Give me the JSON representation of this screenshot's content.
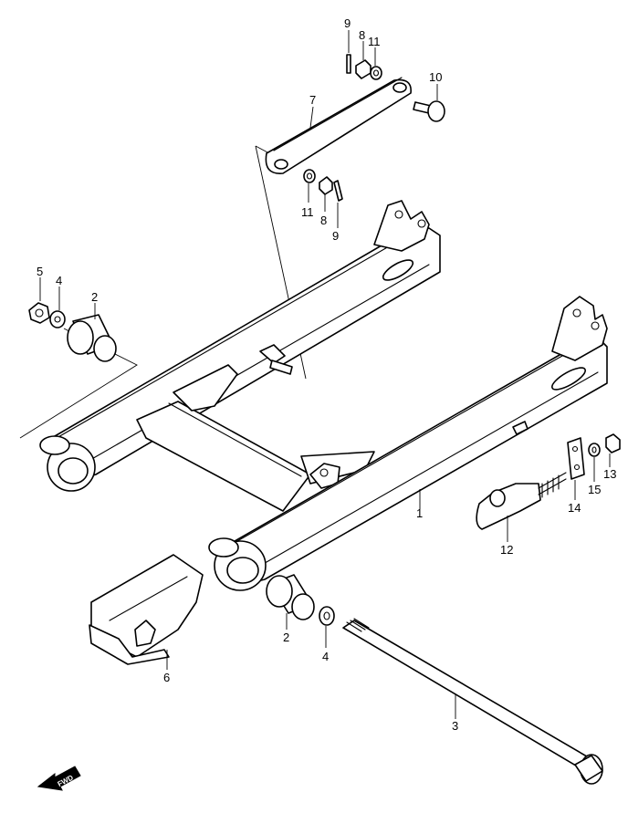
{
  "diagram": {
    "callouts": [
      {
        "id": "c9a",
        "label": "9"
      },
      {
        "id": "c8a",
        "label": "8"
      },
      {
        "id": "c11a",
        "label": "11"
      },
      {
        "id": "c10",
        "label": "10"
      },
      {
        "id": "c7",
        "label": "7"
      },
      {
        "id": "c11b",
        "label": "11"
      },
      {
        "id": "c8b",
        "label": "8"
      },
      {
        "id": "c9b",
        "label": "9"
      },
      {
        "id": "c5",
        "label": "5"
      },
      {
        "id": "c4a",
        "label": "4"
      },
      {
        "id": "c2a",
        "label": "2"
      },
      {
        "id": "c1",
        "label": "1"
      },
      {
        "id": "c13",
        "label": "13"
      },
      {
        "id": "c15",
        "label": "15"
      },
      {
        "id": "c14",
        "label": "14"
      },
      {
        "id": "c12",
        "label": "12"
      },
      {
        "id": "c2b",
        "label": "2"
      },
      {
        "id": "c4b",
        "label": "4"
      },
      {
        "id": "c6",
        "label": "6"
      },
      {
        "id": "c3",
        "label": "3"
      }
    ],
    "fwd_label": "FWD"
  }
}
